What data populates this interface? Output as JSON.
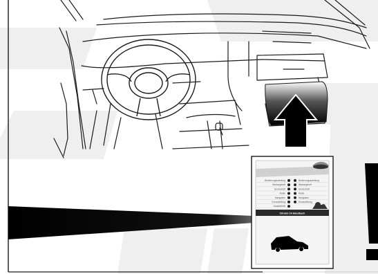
{
  "manual": {
    "left_items": [
      "Bedienungsanleitung",
      "Wartungsheft",
      "Serviceheft",
      "Radio",
      "Navigation",
      "Kurzanleitung",
      "Garantieheft"
    ],
    "right_items": [
      "Bedienungsanleitung",
      "Wartungsheft",
      "Serviceheft",
      "Radio",
      "Navigation",
      "Kurzanleitung"
    ],
    "banner_text": "Citroën C4 Handbuch"
  },
  "colors": {
    "line": "#1a1a1a",
    "arrow": "#000000",
    "watermark": "#eeeeee",
    "beam": "#000000"
  },
  "icons": {
    "car": "car-silhouette-icon",
    "exclamation": "exclamation-mark-icon",
    "arrow": "up-arrow-icon",
    "logo": "brand-logo-icon"
  }
}
